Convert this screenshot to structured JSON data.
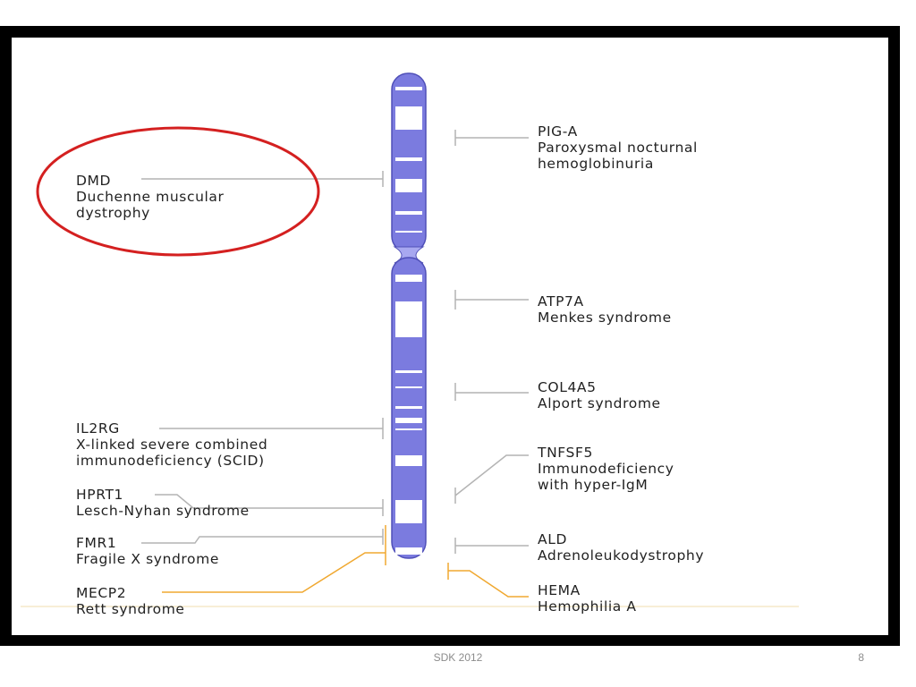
{
  "genes": {
    "pig_a": {
      "symbol": "PIG-A",
      "disease_lines": [
        "Paroxysmal nocturnal",
        "hemoglobinuria"
      ]
    },
    "dmd": {
      "symbol": "DMD",
      "disease_lines": [
        "Duchenne muscular",
        "dystrophy"
      ]
    },
    "atp7a": {
      "symbol": "ATP7A",
      "disease_lines": [
        "Menkes syndrome"
      ]
    },
    "col4a5": {
      "symbol": "COL4A5",
      "disease_lines": [
        "Alport syndrome"
      ]
    },
    "il2rg": {
      "symbol": "IL2RG",
      "disease_lines": [
        "X-linked severe combined",
        "immunodeficiency (SCID)"
      ]
    },
    "tnfsf5": {
      "symbol": "TNFSF5",
      "disease_lines": [
        "Immunodeficiency",
        "with hyper-IgM"
      ]
    },
    "hprt1": {
      "symbol": "HPRT1",
      "disease_lines": [
        "Lesch-Nyhan syndrome"
      ]
    },
    "fmr1": {
      "symbol": "FMR1",
      "disease_lines": [
        "Fragile X syndrome"
      ]
    },
    "ald": {
      "symbol": "ALD",
      "disease_lines": [
        "Adrenoleukodystrophy"
      ]
    },
    "mecp2": {
      "symbol": "MECP2",
      "disease_lines": [
        "Rett syndrome"
      ]
    },
    "hema": {
      "symbol": "HEMA",
      "disease_lines": [
        "Hemophilia A"
      ]
    }
  },
  "colors": {
    "chromosome": "#7b7bdf",
    "chromosome_outline": "#5050b8",
    "centromere": "#a8a8f0",
    "band_light": "#ffffff",
    "leader_gray": "#b4b4b4",
    "leader_orange": "#f0a830",
    "highlight_ellipse": "#d42020",
    "frame": "#000000"
  },
  "footer": {
    "text": "SDK 2012",
    "page_number": "8"
  }
}
